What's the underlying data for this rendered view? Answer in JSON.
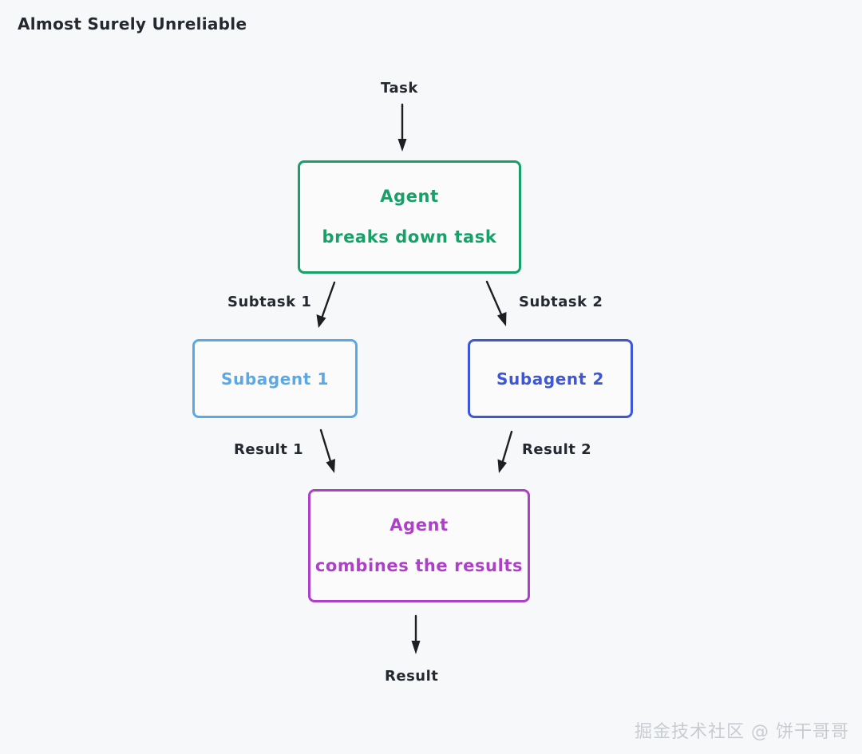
{
  "page": {
    "title": "Almost Surely Unreliable",
    "background_color": "#f7f8fa",
    "watermark": "掘金技术社区 @ 饼干哥哥"
  },
  "diagram": {
    "type": "flowchart",
    "nodes": [
      {
        "id": "orchestrator-start",
        "line1": "Agent",
        "line2": "breaks down task",
        "color": "#17a067"
      },
      {
        "id": "subagent-1",
        "line1": "Subagent 1",
        "color": "#5aa9e6"
      },
      {
        "id": "subagent-2",
        "line1": "Subagent 2",
        "color": "#3d57d8"
      },
      {
        "id": "orchestrator-end",
        "line1": "Agent",
        "line2": "combines the results",
        "color": "#ad3fc9"
      }
    ],
    "edges": [
      {
        "id": "task",
        "label": "Task",
        "from": "input",
        "to": "orchestrator-start"
      },
      {
        "id": "subtask-1",
        "label": "Subtask 1",
        "from": "orchestrator-start",
        "to": "subagent-1"
      },
      {
        "id": "subtask-2",
        "label": "Subtask 2",
        "from": "orchestrator-start",
        "to": "subagent-2"
      },
      {
        "id": "result-1",
        "label": "Result 1",
        "from": "subagent-1",
        "to": "orchestrator-end"
      },
      {
        "id": "result-2",
        "label": "Result 2",
        "from": "subagent-2",
        "to": "orchestrator-end"
      },
      {
        "id": "result",
        "label": "Result",
        "from": "orchestrator-end",
        "to": "output"
      }
    ]
  }
}
